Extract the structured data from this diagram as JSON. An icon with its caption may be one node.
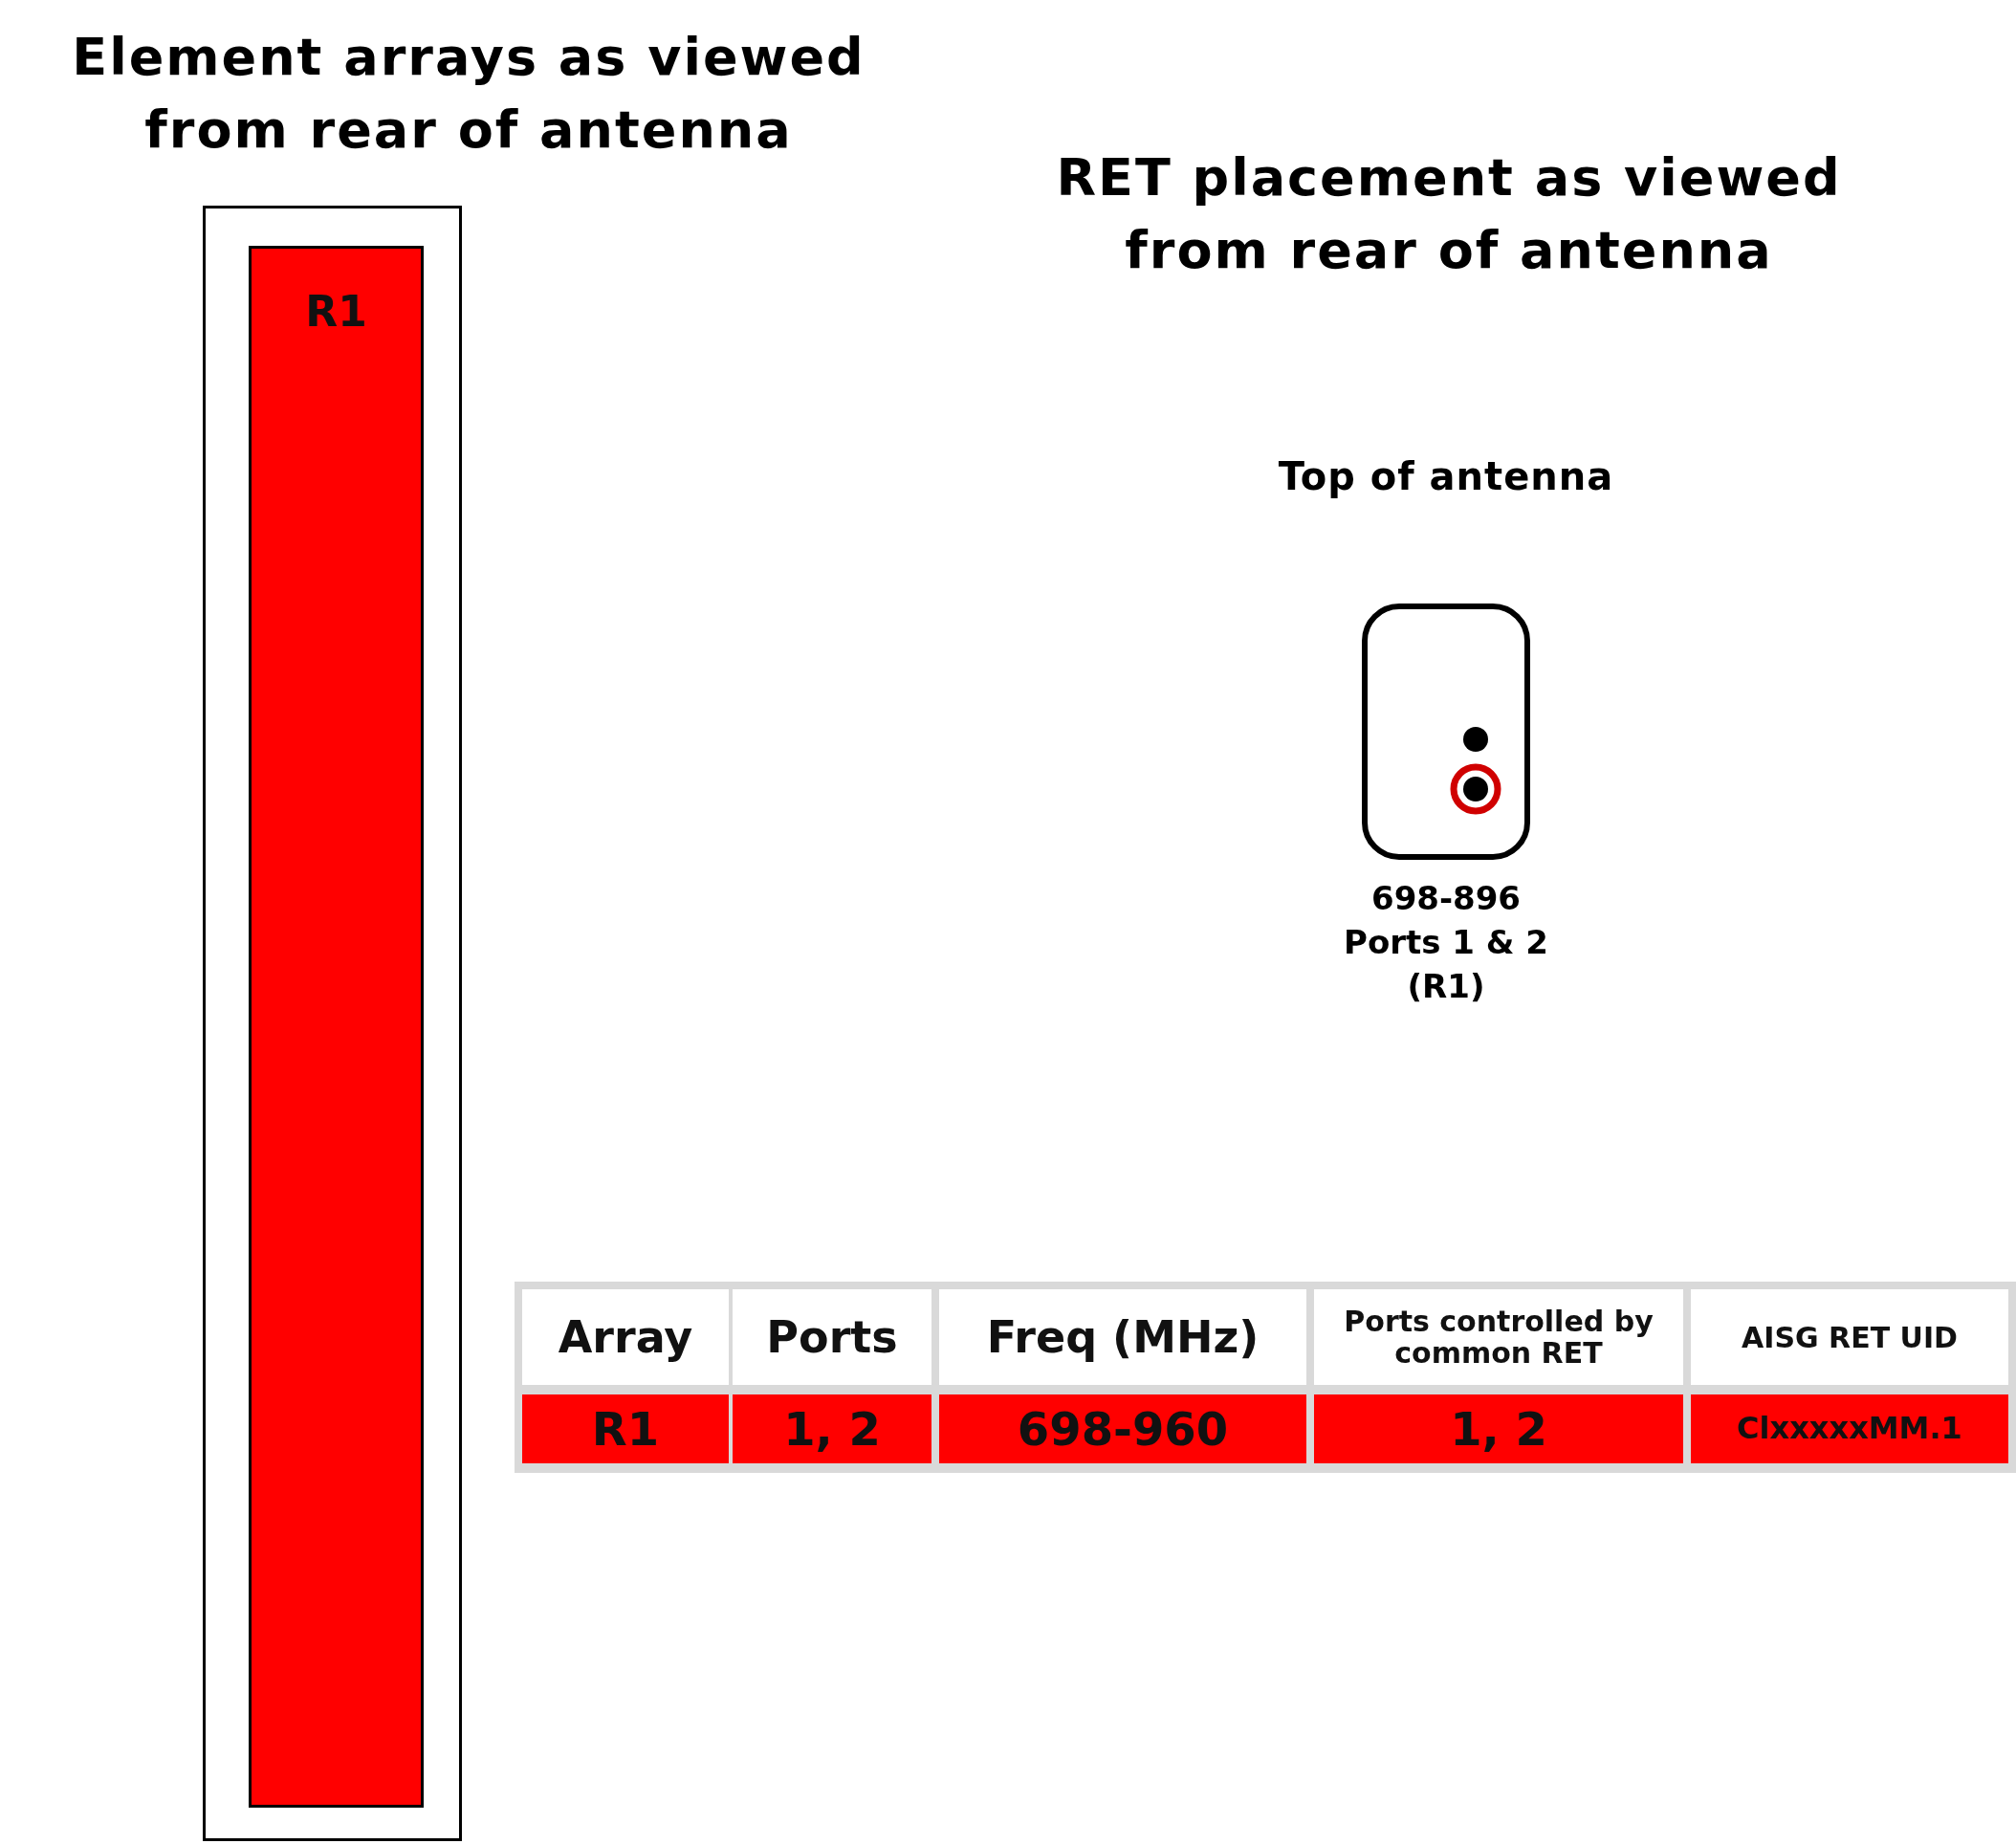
{
  "diagram": {
    "nodes": [
      {
        "text": [],
        "shape": "box"
      },
      {
        "text": [
          "R1"
        ],
        "in": 0
      },
      {
        "text": [],
        "shape": "box",
        "beside": [
          "698-896 Ports 1 & 2 (R1)"
        ]
      }
    ],
    "labels": [
      "Element arrays as viewed from rear of antenna",
      "RET placement as viewed from rear of antenna",
      "Top of antenna",
      "Array",
      "Ports",
      "Freq (MHz)",
      "Ports controlled by common RET",
      "AISG RET UID",
      "R1",
      "1, 2",
      "698-960",
      "1, 2",
      "ClxxxxxMM.1"
    ]
  }
}
